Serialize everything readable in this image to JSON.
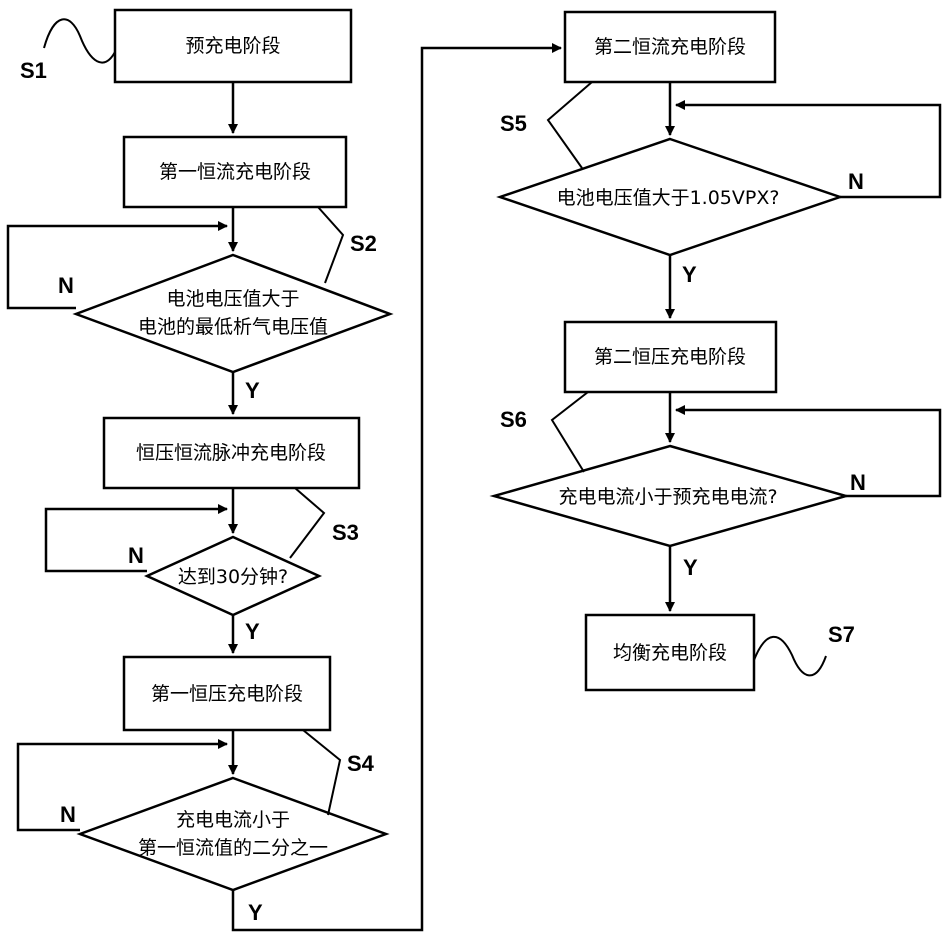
{
  "steps": {
    "precharge": "预充电阶段",
    "first_cc": "第一恒流充电阶段",
    "cv_cc_pulse": "恒压恒流脉冲充电阶段",
    "first_cv": "第一恒压充电阶段",
    "second_cc": "第二恒流充电阶段",
    "second_cv": "第二恒压充电阶段",
    "balance": "均衡充电阶段"
  },
  "decisions": {
    "d1_line1": "电池电压值大于",
    "d1_line2": "电池的最低析气电压值",
    "d2": "达到30分钟?",
    "d3_line1": "充电电流小于",
    "d3_line2": "第一恒流值的二分之一",
    "d4": "电池电压值大于1.05VPX?",
    "d5": "充电电流小于预充电电流?"
  },
  "stage_labels": {
    "s1": "S1",
    "s2": "S2",
    "s3": "S3",
    "s4": "S4",
    "s5": "S5",
    "s6": "S6",
    "s7": "S7"
  },
  "branch_labels": {
    "yes": "Y",
    "no": "N"
  }
}
